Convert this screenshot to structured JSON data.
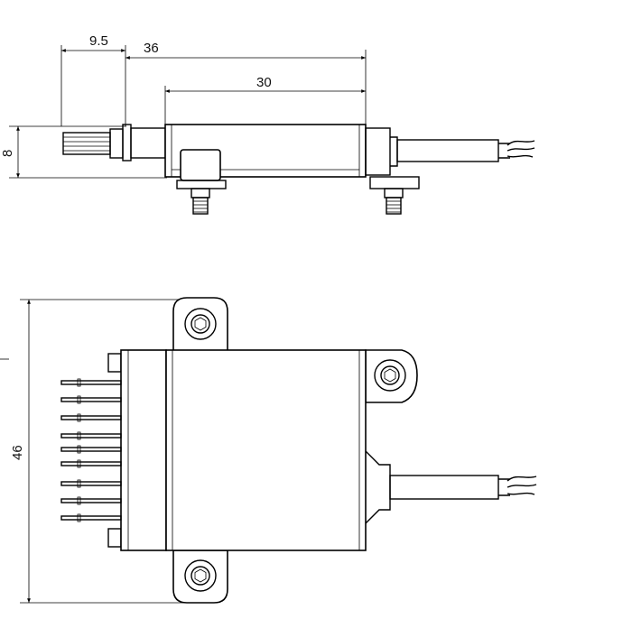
{
  "dimensions": {
    "side_offset": "9.5",
    "overall_length": "36",
    "body_length": "30",
    "height": "8",
    "width": "46"
  }
}
